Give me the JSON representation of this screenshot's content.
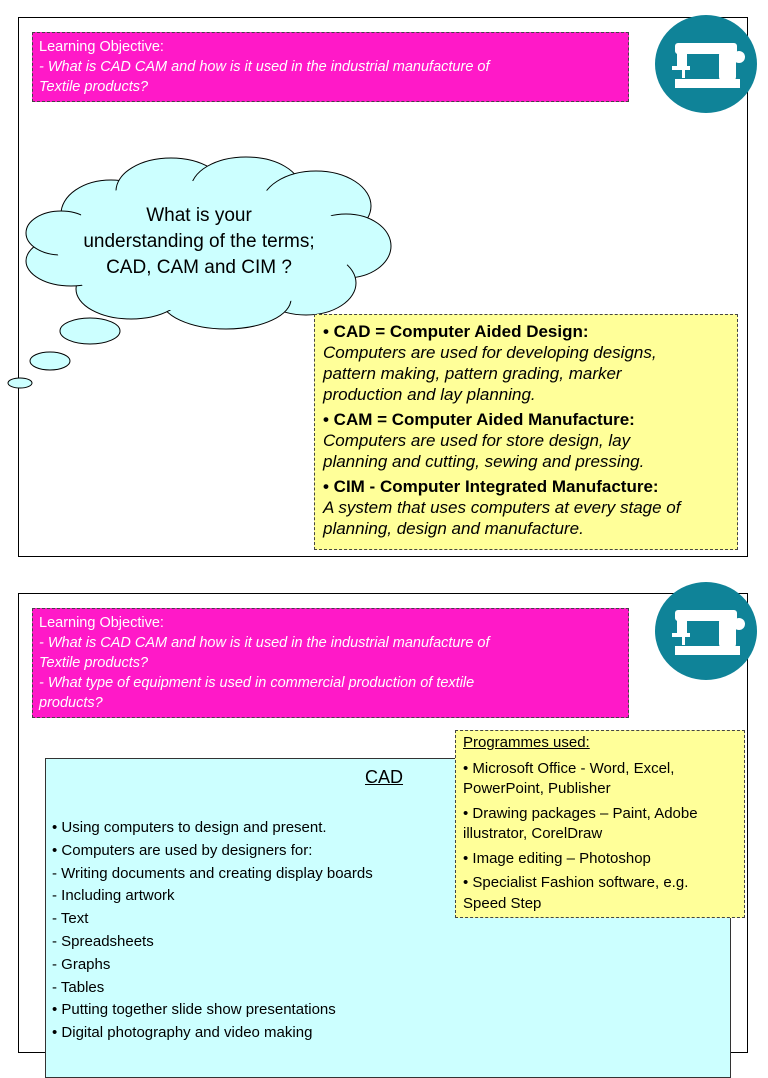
{
  "slide1": {
    "objective": {
      "title": "Learning Objective:",
      "lines": [
        "- What is CAD CAM and how is it used in the industrial manufacture of",
        "Textile products?"
      ]
    },
    "cloud": {
      "lines": [
        "What is your",
        "understanding of the terms;",
        "CAD, CAM and CIM  ?"
      ]
    },
    "definitions": [
      {
        "head": "• CAD = Computer Aided Design:",
        "body": [
          "Computers are used for developing designs,",
          "pattern making, pattern grading, marker",
          "production and lay planning."
        ]
      },
      {
        "head": "• CAM = Computer Aided Manufacture:",
        "body": [
          "Computers are used for store design, lay",
          "planning and cutting, sewing and pressing."
        ]
      },
      {
        "head": "• CIM - Computer Integrated Manufacture:",
        "body": [
          "A system that uses computers at every stage of",
          "planning, design and manufacture."
        ]
      }
    ]
  },
  "slide2": {
    "objective": {
      "title": "Learning Objective:",
      "lines": [
        "- What is CAD CAM and how is it used in the industrial manufacture of",
        "Textile products?",
        "- What type of equipment is used in commercial production of textile",
        "products?"
      ]
    },
    "cad": {
      "title": "CAD",
      "items": [
        "• Using computers to design and present.",
        "• Computers are used by designers for:",
        " - Writing documents and creating display boards",
        " - Including artwork",
        " - Text",
        " - Spreadsheets",
        " - Graphs",
        " - Tables",
        "• Putting together slide show presentations",
        "• Digital photography and video making"
      ]
    },
    "programmes": {
      "title": "Programmes used:",
      "items": [
        [
          "• Microsoft Office - Word, Excel,",
          "PowerPoint, Publisher"
        ],
        [
          "• Drawing packages – Paint, Adobe",
          "illustrator, CorelDraw"
        ],
        [
          "• Image editing – Photoshop"
        ],
        [
          "• Specialist Fashion software, e.g.",
          "Speed Step"
        ]
      ]
    }
  },
  "colors": {
    "objective_bg": "#ff19c8",
    "logo_bg": "#0f8398",
    "cloud_fill": "#ccffff",
    "definition_bg": "#ffff99",
    "cad_bg": "#ccffff"
  },
  "icons": [
    "sewing-machine-icon"
  ]
}
